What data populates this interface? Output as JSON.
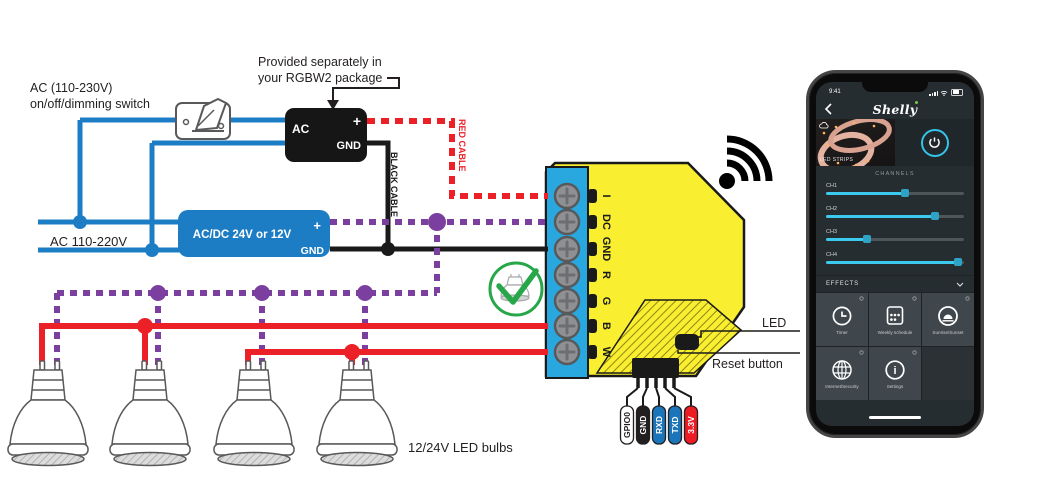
{
  "diagram": {
    "annotations": {
      "switch_line1": "AC (110-230V)",
      "switch_line2": "on/off/dimming switch",
      "provided_line1": "Provided separately in",
      "provided_line2": "your RGBW2 package",
      "mains": "AC 110-220V",
      "black_cable": "BLACK CABLE",
      "red_cable": "RED CABLE",
      "led": "LED",
      "reset": "Reset button",
      "bulbs": "12/24V LED bulbs"
    },
    "ac_module": {
      "name": "AC",
      "plus": "+",
      "gnd": "GND"
    },
    "acdc_module": {
      "name": "AC/DC 24V or 12V",
      "plus": "+",
      "gnd": "GND"
    },
    "terminals": [
      "I",
      "DC",
      "GND",
      "R",
      "G",
      "B",
      "W"
    ],
    "debug_pins": [
      {
        "label": "GPIO0",
        "bg": "#ffffff",
        "fg": "#231f20"
      },
      {
        "label": "GND",
        "bg": "#231f20",
        "fg": "#ffffff"
      },
      {
        "label": "RXD",
        "bg": "#1b75bb",
        "fg": "#ffffff"
      },
      {
        "label": "TXD",
        "bg": "#1b75bb",
        "fg": "#ffffff"
      },
      {
        "label": "3.3V",
        "bg": "#ed1c24",
        "fg": "#ffffff"
      }
    ],
    "colors": {
      "wire_blue": "#1d7dc4",
      "wire_red": "#ec2027",
      "wire_purple": "#7b3fa0",
      "wire_black": "#1a1a1a",
      "device_yellow": "#f9ee30",
      "terminal_strip_blue": "#29a8e0",
      "check_green": "#27a74a"
    }
  },
  "phone": {
    "status_time": "9:41",
    "logo": "Shelly",
    "device_name": "LED STRIPS",
    "channels_title": "CHANNELS",
    "channels": [
      {
        "label": "CH1",
        "value": 57
      },
      {
        "label": "CH2",
        "value": 79
      },
      {
        "label": "CH3",
        "value": 30
      },
      {
        "label": "CH4",
        "value": 96
      }
    ],
    "effects_label": "EFFECTS",
    "tiles": [
      {
        "label": "Timer"
      },
      {
        "label": "Weekly schedule"
      },
      {
        "label": "Sunrise/Sunset"
      },
      {
        "label": "Internet/Security"
      },
      {
        "label": "Settings"
      }
    ]
  }
}
